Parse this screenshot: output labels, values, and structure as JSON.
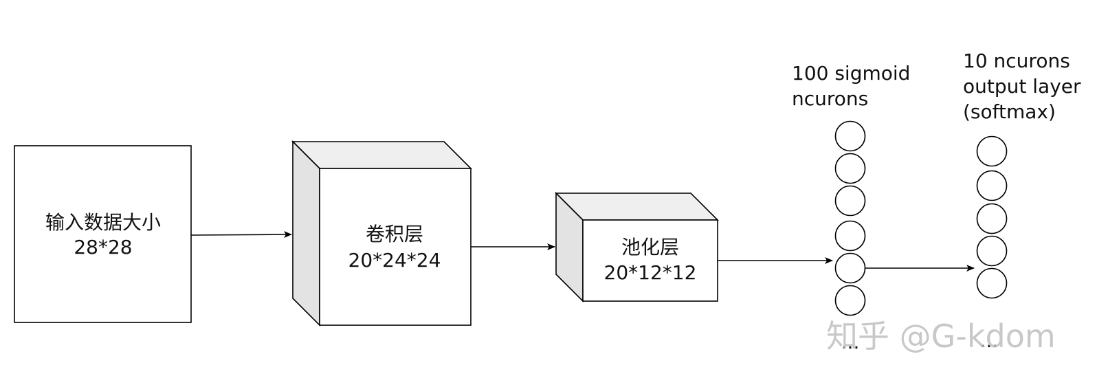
{
  "input_box": {
    "label": "输入数据大小",
    "size": "28*28"
  },
  "conv_layer": {
    "label": "卷积层",
    "size": "20*24*24"
  },
  "pool_layer": {
    "label": "池化层",
    "size": "20*12*12"
  },
  "hidden_layer": {
    "title_line1": "100 sigmoid",
    "title_line2": "ncurons",
    "ellipsis": "..."
  },
  "output_layer": {
    "title_line1": "10 ncurons",
    "title_line2": "output layer",
    "title_line3": "(softmax)",
    "ellipsis": "..."
  },
  "watermark": "知乎 @G-kdom",
  "colors": {
    "stroke": "#000000",
    "face": "#ffffff",
    "side": "#e8e8e8",
    "watermark": "#bfbfbf"
  }
}
